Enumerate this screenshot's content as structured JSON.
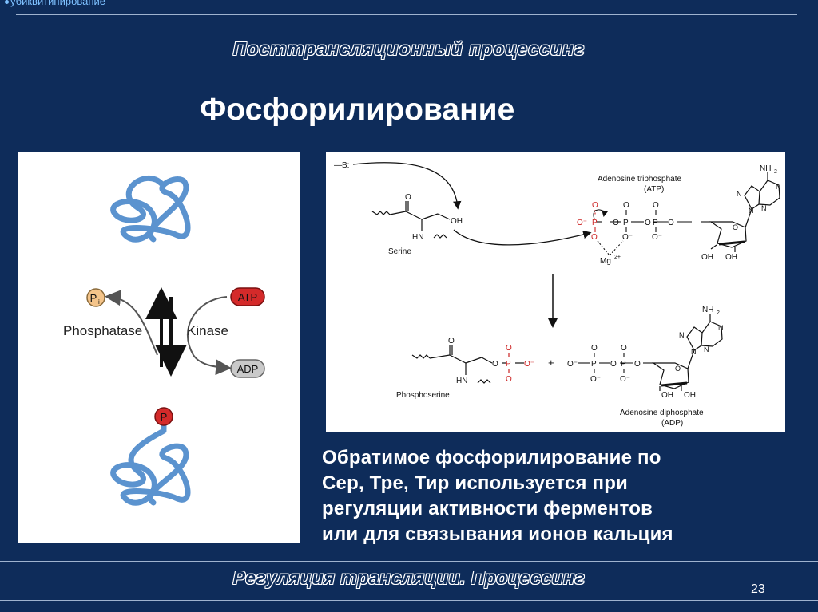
{
  "header": {
    "link": "убиквитинирование",
    "title": "Посттрансляционный  процессинг"
  },
  "subtitle": "Фосфорилирование",
  "cycle": {
    "pi": "P",
    "pi_sub": "i",
    "atp": "ATP",
    "adp": "ADP",
    "phosphatase": "Phosphatase",
    "kinase": "Kinase",
    "p": "P"
  },
  "reaction": {
    "base": "—B:",
    "serine": "Serine",
    "nh": "HN",
    "oh": "OH",
    "o": "O",
    "o_minus": "O⁻",
    "p": "P",
    "mg": "Mg",
    "mg_charge": "2+",
    "atp_name": "Adenosine triphosphate",
    "atp_abbr": "(ATP)",
    "nh2": "NH",
    "nh2_sub": "2",
    "n": "N",
    "phosphoserine": "Phosphoserine",
    "plus": "+",
    "adp_name": "Adenosine diphosphate",
    "adp_abbr": "(ADP)"
  },
  "body_text": [
    "Обратимое  фосфорилирование по",
    "Сер, Тре, Тир используется при",
    "регуляции активности ферментов",
    "или для связывания ионов кальция"
  ],
  "footer": {
    "title": "Регуляция трансляции. Процессинг",
    "page": "23"
  },
  "colors": {
    "background": "#0e2c5a",
    "protein": "#5b93cf",
    "atp": "#d42a2a",
    "pi": "#f4c48a",
    "adp": "#c9c9c9"
  }
}
